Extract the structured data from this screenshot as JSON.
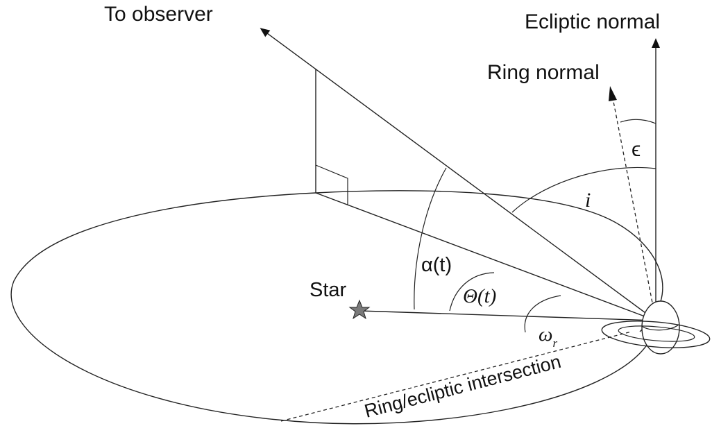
{
  "labels": {
    "to_observer": "To observer",
    "ecliptic_normal": "Ecliptic normal",
    "ring_normal": "Ring normal",
    "epsilon": "ϵ",
    "inclination": "i",
    "alpha": "α(t)",
    "theta": "Θ(t)",
    "omega_base": "ω",
    "omega_sub": "r",
    "star": "Star",
    "intersection": "Ring/ecliptic intersection"
  },
  "colors": {
    "line": "#222222",
    "star_fill": "#7a7a7a",
    "background": "#ffffff"
  }
}
